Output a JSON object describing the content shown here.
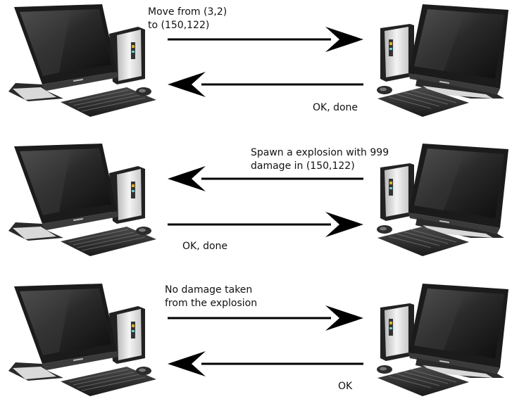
{
  "rows": [
    {
      "direction": "right",
      "message": [
        "Move from (3,2)",
        "to (150,122)"
      ],
      "reply": [
        "OK, done"
      ]
    },
    {
      "direction": "left",
      "message": [
        "Spawn a explosion with 999",
        "damage in (150,122)"
      ],
      "reply": [
        "OK, done"
      ]
    },
    {
      "direction": "right",
      "message": [
        "No damage taken",
        "from the explosion"
      ],
      "reply": [
        "OK"
      ]
    }
  ],
  "icons": {
    "left_computer": "desktop-computer-icon",
    "right_computer": "desktop-computer-icon",
    "arrow": "arrow-icon"
  }
}
